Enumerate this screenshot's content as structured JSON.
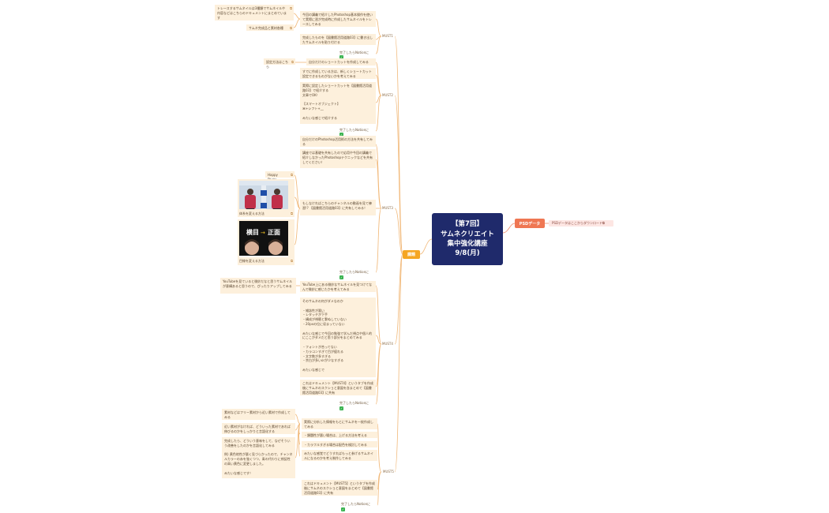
{
  "central": {
    "lines": [
      "【第7回】",
      "サムネクリエイト",
      "集中強化講座",
      "9/8(月)"
    ]
  },
  "branches": {
    "kadai": "課題",
    "psd": "PSDデータ"
  },
  "psd_link": "PSDデータはここからダウンロード",
  "must_labels": [
    "MUST1",
    "MUST2",
    "MUST3",
    "MUST4",
    "MUST5"
  ],
  "nodes": {
    "m1a": "今回の講義で紹介したPhotoshop基本操作を使いて実際に習が完成時に作成したサムネイルをトレースしてみる",
    "m1b": "完成したものを【図書館活用道路03】に書き出したサムネイルを貼り付ける",
    "m1_left1": "トレースするサムネイルは3種類でサムネイルや内容などはこちらのドキュメントにまとめています",
    "m1_left2": "サムネ完成品と素材各種",
    "m2a": "自分だけのショートカットを作成してみる",
    "m2b": "すでに作成している方は、新しくショートカット設定できるものがないかを考えてみる",
    "m2c": "実際に設定したショートカットを【図書館活用道路03】で紹介する\n文章でOK！\n\n【スマートオブジェクト】\n⌘+シフト+__\n\nみたいな感じで紹介する",
    "m2_left": "設定方法はこちら",
    "m3a": "自分だけのPhotoshop活用術の方法を共有してみる",
    "m3b": "講座では基礎を共有したので応用や今回の講義で紹介しなかったPhotoshopテクニックなどを共有してください！",
    "m3c": "もしなければこちらのチャンネルの動画を見て練習!? 【図書館活用道路03】に共有してみる！",
    "m3_happy": "Happy Photo",
    "m3_thumb1": "体系を変える方法",
    "m3_thumb2": "目線を変える方法",
    "m4a": "YouTube上にある微妙なサムネイルを見つけてなんで微妙に感じたかを考えてみる",
    "m4b": "そのサムネの何がダメなのか\n\n・雑誌性が悪い\n・レタッチが下手\n・構成が視聴と繋ぬしていない\n・20pxの位に収まっていない\n\nみたいな感じで今回の勉強で学んだ視点や個人的にここがダメだと思う部分をまとめてみる\n\n・フォントが合ってない\n・カラコンすぎて目が疲れる\n・文字数が多すぎる\n・余白が多いorが少なすぎる\n\nみたいな感じで",
    "m4c": "これはドキュメント【MUST4】というタブを作成後にサムネのスクショと意図を含まとめて【図書館活用道路03】に共有",
    "m4_left": "YouTubeを見ていると微妙だなと思うサムネイルが意構あると思うので、ぴったりアップしてみる",
    "m5a": "実際に分析した情報をもとにサムネを一枚作成してみる",
    "m5b": "・類題性が悪い場合は、上げる方法を考える",
    "m5c": "・カラフルすぎる場合は配色を検討してみる",
    "m5d": "みたいな感覚でどうすればもっと参げるサムネイルになるのかを考え制作してみる",
    "m5e": "これはドキュメント【MUST5】というタブを作成後にサムネのスクショと意図をまとめて【図書館活用道路03】に共有",
    "m5_left1": "素材などはフリー素材から近い素材で作成してみる",
    "m5_left2": "近い素材がなければ、どういった素材であれば伸びるのかをしっかりと言語化する",
    "m5_left3": "完成したら、どういう意味をして、なぜそういう改善をしたのかを言語化してみる\n\n例) 黄色地性が悪く見づらかったので、チャンネルカラーの赤を強くつつ、青の代わりに視認性の高い黄色に変更しました。\n\nみたいな感じです！"
  },
  "done_text": "完了したらNotionに",
  "done_check": "✓",
  "link_icon": "⧉",
  "thumb2_text": {
    "left": "横目",
    "arrow": "→",
    "right": "正面"
  },
  "colors": {
    "central": "#1f2a6b",
    "kadai": "#f5a623",
    "psd": "#ef7753",
    "node": "#fdf0dc",
    "line": "#f0b070",
    "check": "#37b24d"
  }
}
